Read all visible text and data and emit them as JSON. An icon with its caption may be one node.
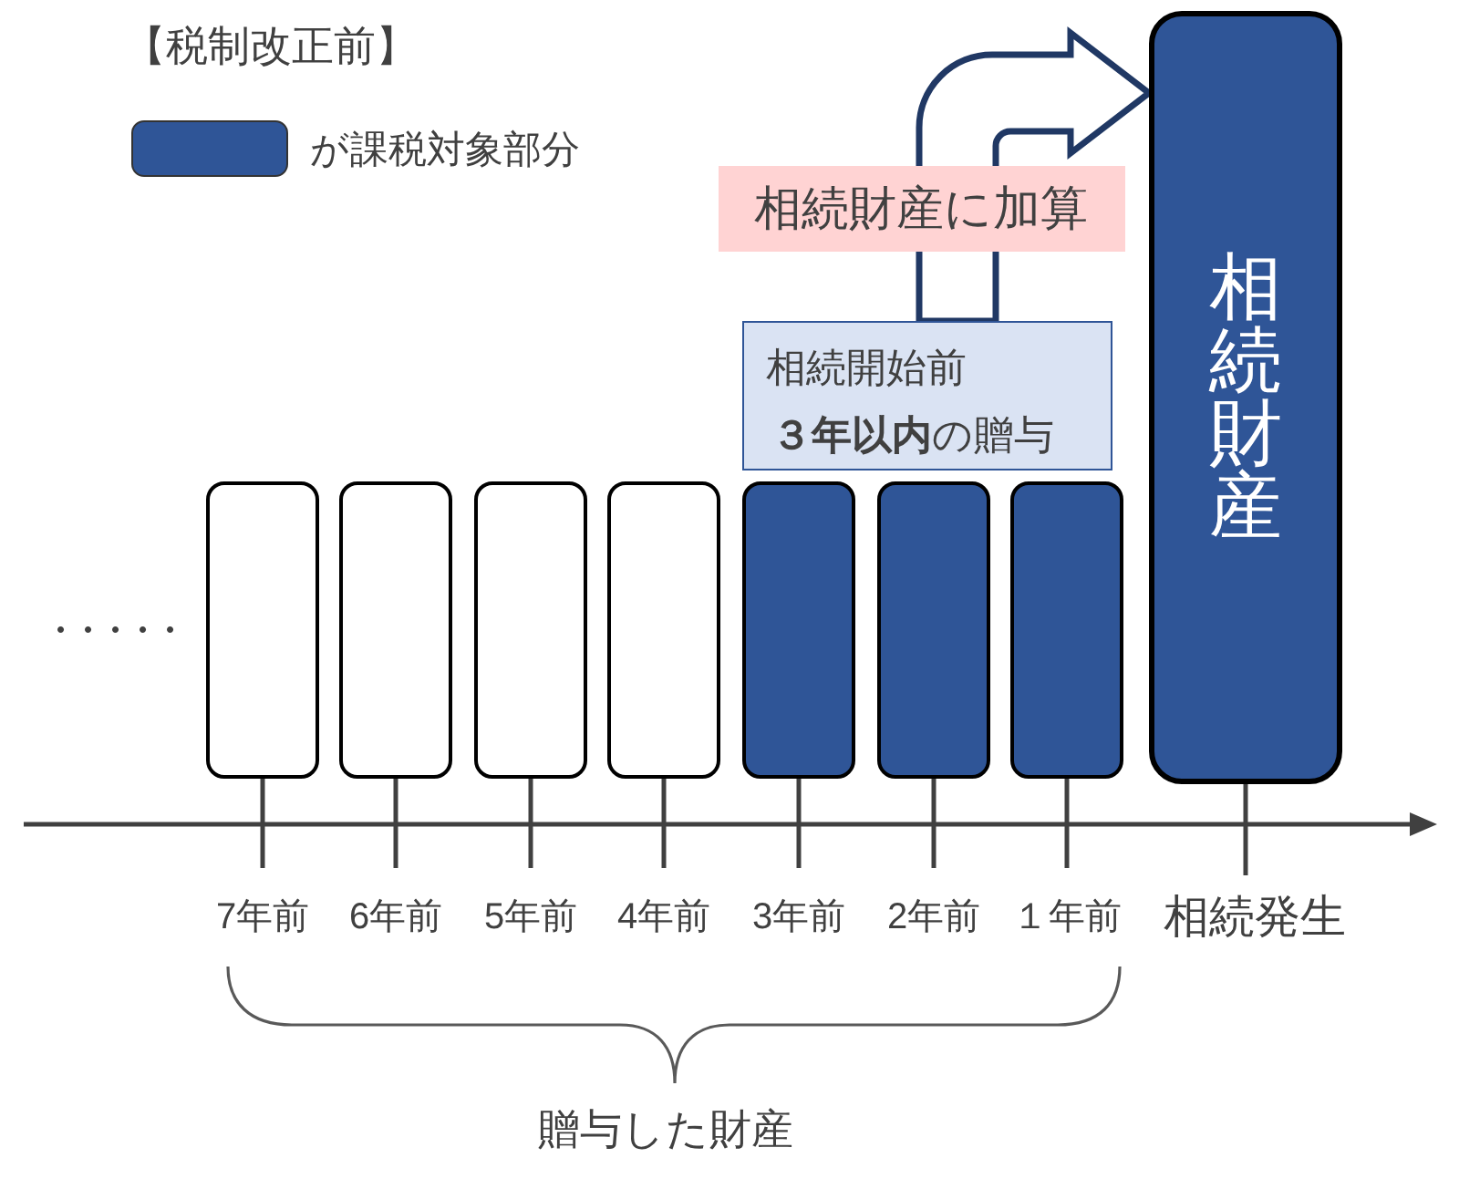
{
  "diagram": {
    "title": "【税制改正前】",
    "nodes": [
      {
        "text": [],
        "shape": "box",
        "beside": [
          "7年前"
        ]
      },
      {
        "text": [],
        "shape": "box",
        "beside": [
          "6年前"
        ]
      },
      {
        "text": [],
        "shape": "box",
        "beside": [
          "5年前"
        ]
      },
      {
        "text": [],
        "shape": "box",
        "beside": [
          "4年前"
        ]
      },
      {
        "text": [],
        "shape": "box",
        "beside": [
          "3年前"
        ]
      },
      {
        "text": [],
        "shape": "box",
        "beside": [
          "2年前"
        ]
      },
      {
        "text": [],
        "shape": "box",
        "beside": [
          "１年前"
        ]
      },
      {
        "text": [
          "相続開始前",
          "**３年以内**の贈与"
        ]
      },
      {
        "text": [
          "相続財産"
        ],
        "beside": [
          "相続発生"
        ]
      }
    ],
    "edges": [
      {
        "from": 7,
        "to": 8,
        "arrow": "to",
        "label": "相続財産に加算"
      }
    ],
    "labels": [
      "・・・・・",
      "贈与した財産"
    ],
    "legend": [
      {
        "text": "が課税対象部分",
        "color": "#2f5597"
      }
    ]
  }
}
